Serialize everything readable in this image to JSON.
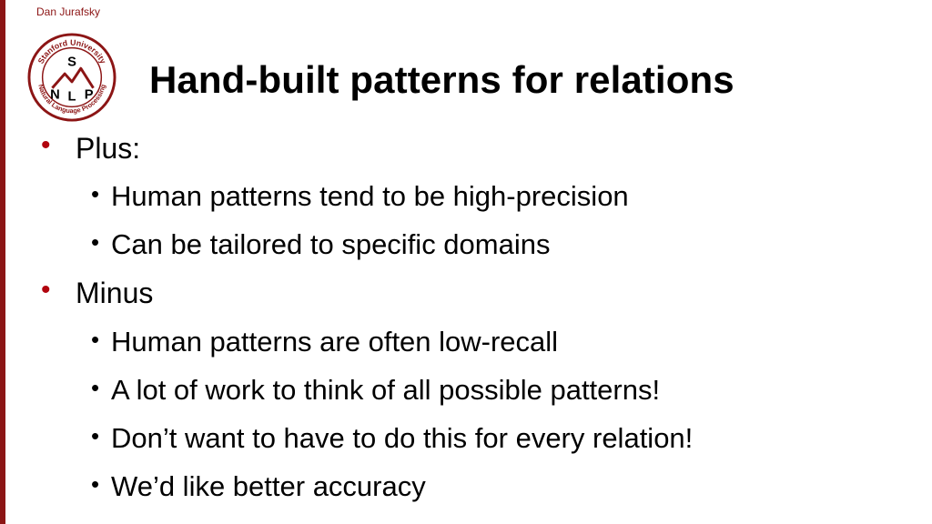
{
  "header": {
    "author": "Dan Jurafsky",
    "title": "Hand-built patterns for relations"
  },
  "logo": {
    "top_text": "Stanford University",
    "bottom_text": "Natural Language Processing",
    "letters": [
      "S",
      "N",
      "L",
      "P"
    ],
    "ring_color": "#8c1515"
  },
  "bullets": {
    "plus": {
      "label": "Plus:",
      "items": [
        "Human patterns tend to be high-precision",
        "Can be tailored to specific domains"
      ]
    },
    "minus": {
      "label": "Minus",
      "items": [
        "Human patterns are often low-recall",
        "A lot of work to think of all possible patterns!",
        "Don’t want to have to do this for every relation!",
        "We’d like better accuracy"
      ]
    }
  },
  "colors": {
    "accent": "#8c1515",
    "bullet": "#b1040e"
  }
}
